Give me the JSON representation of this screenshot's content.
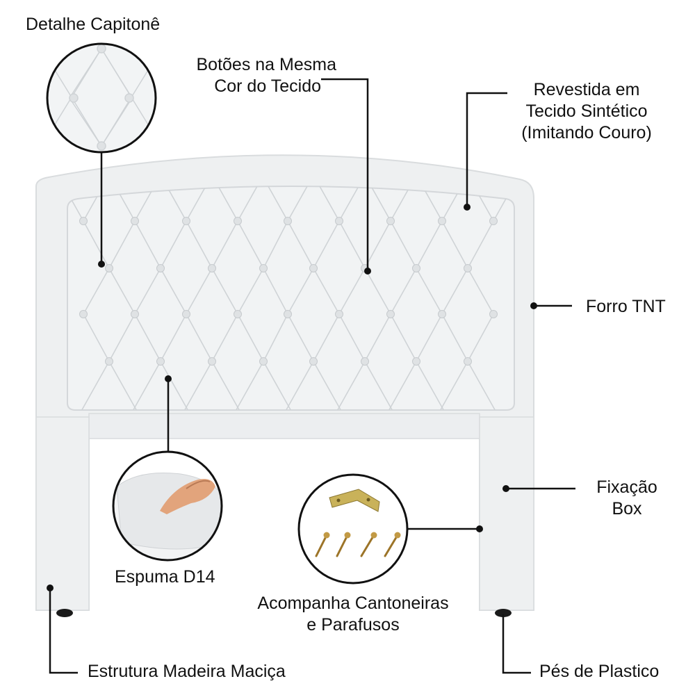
{
  "labels": {
    "capitone": "Detalhe Capitonê",
    "botoes_line1": "Botões na Mesma",
    "botoes_line2": "Cor do Tecido",
    "revestida_line1": "Revestida em",
    "revestida_line2": "Tecido Sintético",
    "revestida_line3": "(Imitando Couro)",
    "forro": "Forro TNT",
    "fixacao_line1": "Fixação",
    "fixacao_line2": "Box",
    "espuma": "Espuma D14",
    "acompanha_line1": "Acompanha Cantoneiras",
    "acompanha_line2": "e Parafusos",
    "estrutura": "Estrutura Madeira Maciça",
    "pes": "Pés de Plastico"
  },
  "colors": {
    "fabric": "#eef0f1",
    "fabric_shadow": "#d9dcde",
    "stitch": "#cfd3d6",
    "button": "#dfe2e4",
    "leader": "#111111",
    "foot": "#1a1a1a",
    "bracket": "#b9a14a",
    "screw": "#b48a35"
  }
}
